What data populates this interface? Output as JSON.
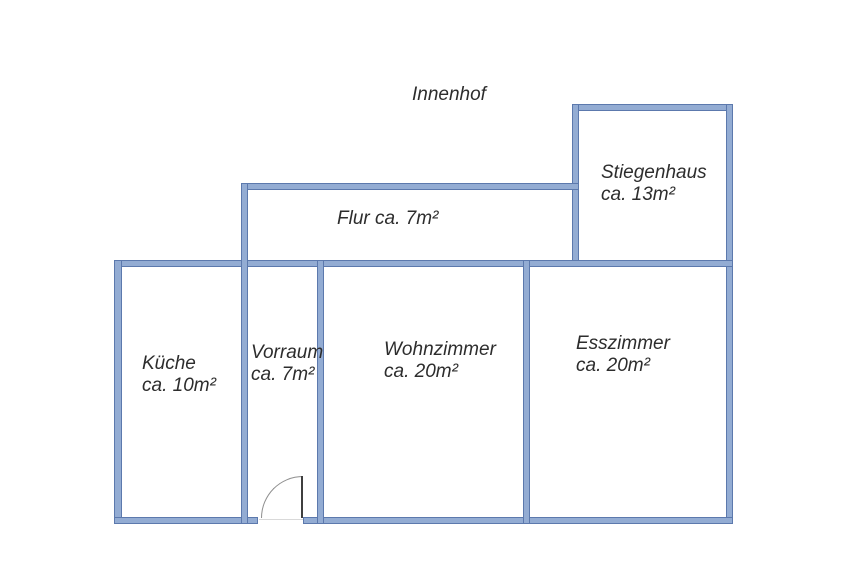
{
  "outdoor_label": "Innenhof",
  "rooms": {
    "stiegenhaus": {
      "name": "Stiegenhaus",
      "area": "ca. 13m²"
    },
    "flur": {
      "label": "Flur ca. 7m²"
    },
    "kueche": {
      "name": "Küche",
      "area": "ca. 10m²"
    },
    "vorraum": {
      "name": "Vorraum",
      "area": "ca. 7m²"
    },
    "wohnzimmer": {
      "name": "Wohnzimmer",
      "area": "ca. 20m²"
    },
    "esszimmer": {
      "name": "Esszimmer",
      "area": "ca. 20m²"
    }
  },
  "colors": {
    "background": "#ffffff",
    "wall_fill": "#93acd3",
    "wall_border": "#5c79ad",
    "door_leaf": "#3f3f3f",
    "door_arc": "#8f8f8f",
    "door_threshold": "#d9d9d9",
    "text": "#2d2d2d"
  }
}
